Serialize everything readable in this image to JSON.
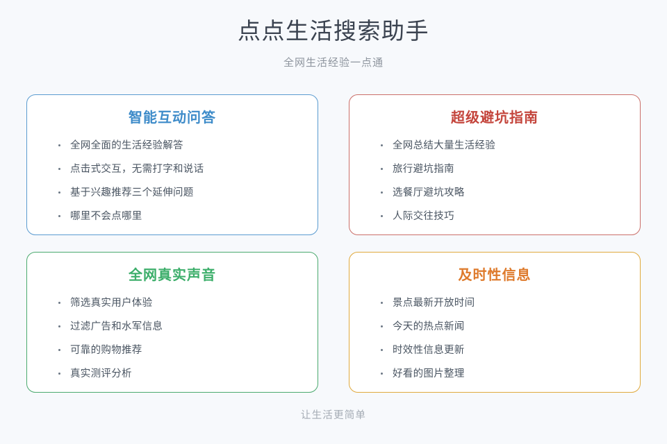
{
  "header": {
    "title": "点点生活搜索助手",
    "subtitle": "全网生活经验一点通"
  },
  "cards": [
    {
      "id": "smart-qa",
      "title": "智能互动问答",
      "accent": "#3d8bc9",
      "border_color": "#5a9bd0",
      "items": [
        "全网全面的生活经验解答",
        "点击式交互，无需打字和说话",
        "基于兴趣推荐三个延伸问题",
        "哪里不会点哪里"
      ]
    },
    {
      "id": "pitfall-guide",
      "title": "超级避坑指南",
      "accent": "#c4453c",
      "border_color": "#ca6f69",
      "items": [
        "全网总结大量生活经验",
        "旅行避坑指南",
        "选餐厅避坑攻略",
        "人际交往技巧"
      ]
    },
    {
      "id": "real-voices",
      "title": "全网真实声音",
      "accent": "#3cae6a",
      "border_color": "#4aa96e",
      "items": [
        "筛选真实用户体验",
        "过滤广告和水军信息",
        "可靠的购物推荐",
        "真实测评分析"
      ]
    },
    {
      "id": "timely-info",
      "title": "及时性信息",
      "accent": "#de7a2b",
      "border_color": "#e0a93c",
      "items": [
        "景点最新开放时间",
        "今天的热点新闻",
        "时效性信息更新",
        "好看的图片整理"
      ]
    }
  ],
  "footer": {
    "text": "让生活更简单"
  },
  "theme": {
    "background": "#f7f9fc",
    "card_background": "#ffffff",
    "title_color": "#3b4350",
    "subtitle_color": "#8e959e",
    "body_text_color": "#4a5562",
    "bullet_color": "#6b7785",
    "footer_color": "#a4abb4"
  }
}
